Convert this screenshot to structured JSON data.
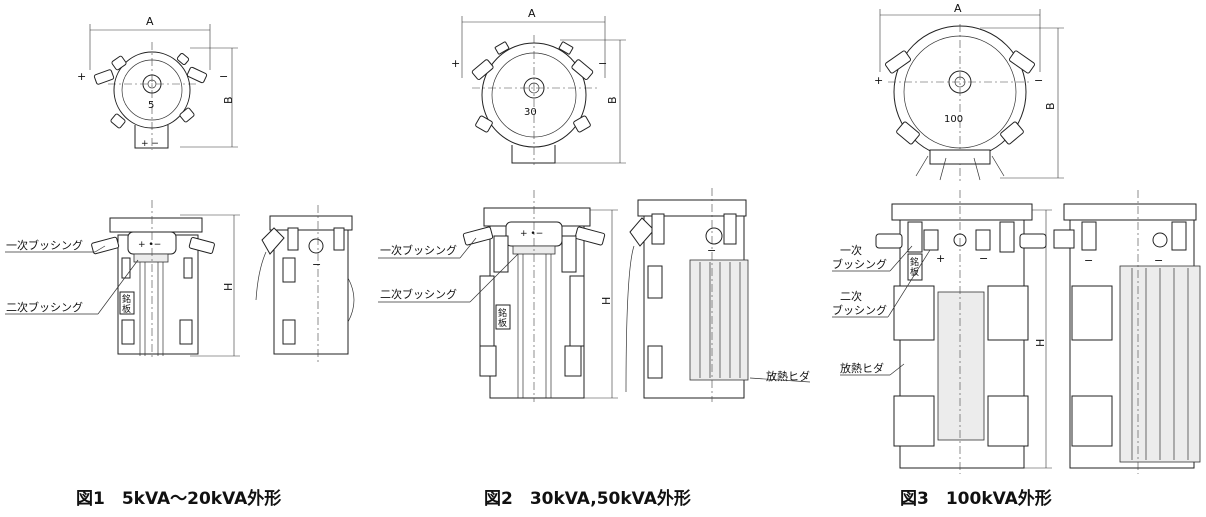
{
  "dims": {
    "a": "A",
    "b": "B",
    "h": "H"
  },
  "plus": "+",
  "minus": "−",
  "pm": "+ −",
  "polarity": "+ •−",
  "ratings": {
    "fig1": "5",
    "fig2": "30",
    "fig3": "100"
  },
  "labels": {
    "primary_bushing": "一次ブッシング",
    "secondary_bushing": "二次ブッシング",
    "primary_l1": "一次",
    "secondary_l1": "二次",
    "bushing": "ブッシング",
    "nameplate_l1": "銘",
    "nameplate_l2": "板",
    "fin": "放熱ヒダ"
  },
  "captions": {
    "fig1": "図1　5kVA〜20kVA外形",
    "fig2": "図2　30kVA,50kVA外形",
    "fig3": "図3　100kVA外形"
  }
}
